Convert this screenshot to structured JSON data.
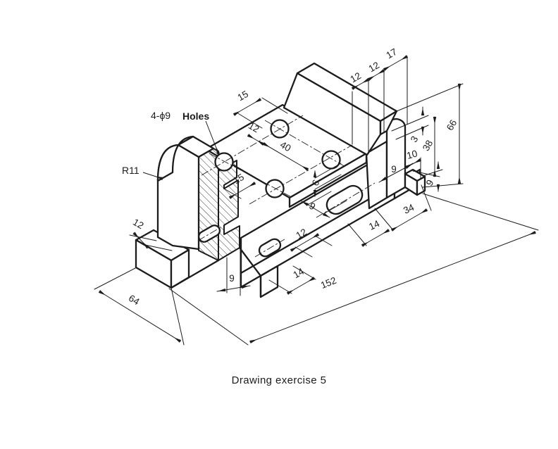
{
  "title": {
    "caption": "Drawing exercise 5"
  },
  "colors": {
    "ink": "#1c1c1c",
    "background": "#ffffff"
  },
  "notes": {
    "holes_count": "4-ϕ9",
    "holes_word": "Holes",
    "radius": "R11"
  },
  "dims": {
    "top_offset_15": "15",
    "plate_back_12": "12",
    "holes_pitch_40": "40",
    "plate_left_15": "15",
    "plate_thick_6": "6",
    "slot_width_9": "9",
    "bottom_gap_12": "12",
    "bottom_left_14": "14",
    "rib_width_9": "9",
    "overall_length_152": "152",
    "depth_64": "64",
    "bracket_width_12": "12",
    "fin_top_17": "17",
    "fin_12a": "12",
    "fin_12b": "12",
    "lip_3": "3",
    "height_38": "38",
    "overall_height_66": "66",
    "base_height_9": "9",
    "flange_thick_9": "9",
    "step_10": "10",
    "bottom_right_14": "14",
    "end_width_34": "34"
  }
}
